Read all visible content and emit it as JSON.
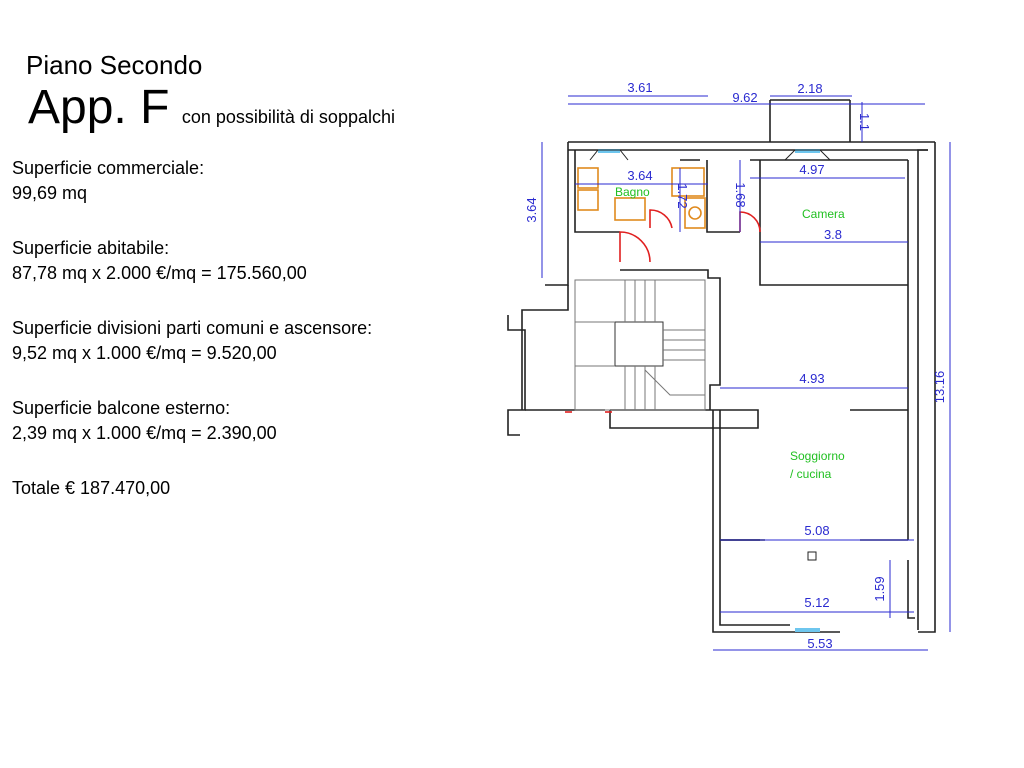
{
  "header": {
    "floor": "Piano Secondo",
    "title": "App. F",
    "title_note": "con possibilità di soppalchi"
  },
  "info": {
    "commerciale_label": "Superficie commerciale:",
    "commerciale_value": "99,69 mq",
    "abitabile_label": "Superficie abitabile:",
    "abitabile_value": "87,78 mq x 2.000 €/mq = 175.560,00",
    "comuni_label": "Superficie divisioni parti comuni e ascensore:",
    "comuni_value": "9,52 mq x 1.000 €/mq = 9.520,00",
    "balcone_label": "Superficie balcone esterno:",
    "balcone_value": "2,39 mq x 1.000 €/mq = 2.390,00",
    "totale": "Totale € 187.470,00"
  },
  "plan": {
    "colors": {
      "dim": "#2a2ad0",
      "room": "#22c022",
      "fixture": "#e08a1e",
      "door": "#e02020",
      "window": "#6ec6ee"
    },
    "dims": {
      "top_left": "3.61",
      "top_total": "9.62",
      "top_right": "2.18",
      "top_small": "1.1",
      "left_height": "3.64",
      "bath_width": "3.64",
      "bath_mid": "1.72",
      "corridor": "1.68",
      "camera_width": "4.97",
      "camera_inner": "3.8",
      "living_width": "4.93",
      "right_height": "13.16",
      "lower_width": "5.08",
      "balcony_height": "1.59",
      "bottom_inner": "5.12",
      "bottom_total": "5.53"
    },
    "rooms": {
      "bagno": "Bagno",
      "camera": "Camera",
      "soggiorno_1": "Soggiorno",
      "soggiorno_2": "/ cucina"
    }
  }
}
